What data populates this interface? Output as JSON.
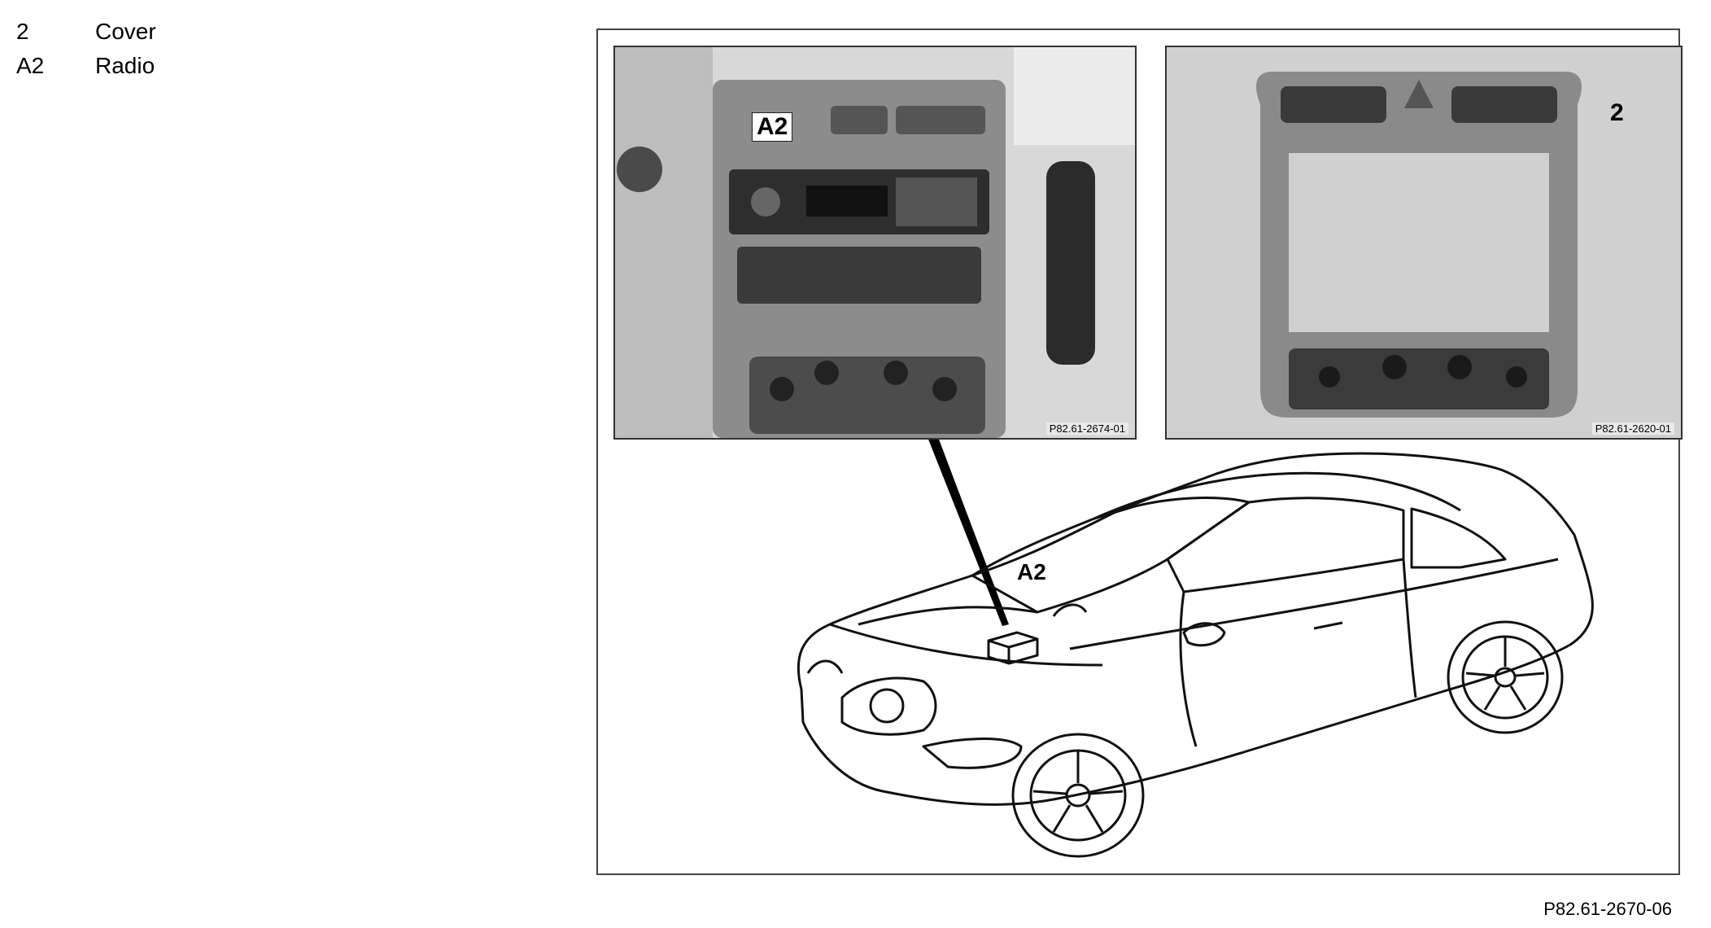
{
  "legend": [
    {
      "key": "2",
      "label": "Cover"
    },
    {
      "key": "A2",
      "label": "Radio"
    }
  ],
  "photos": {
    "left": {
      "callout": "A2",
      "ref": "P82.61-2674-01"
    },
    "right": {
      "callout": "2",
      "ref": "P82.61-2620-01"
    }
  },
  "car_callout": "A2",
  "figure_ref": "P82.61-2670-06"
}
